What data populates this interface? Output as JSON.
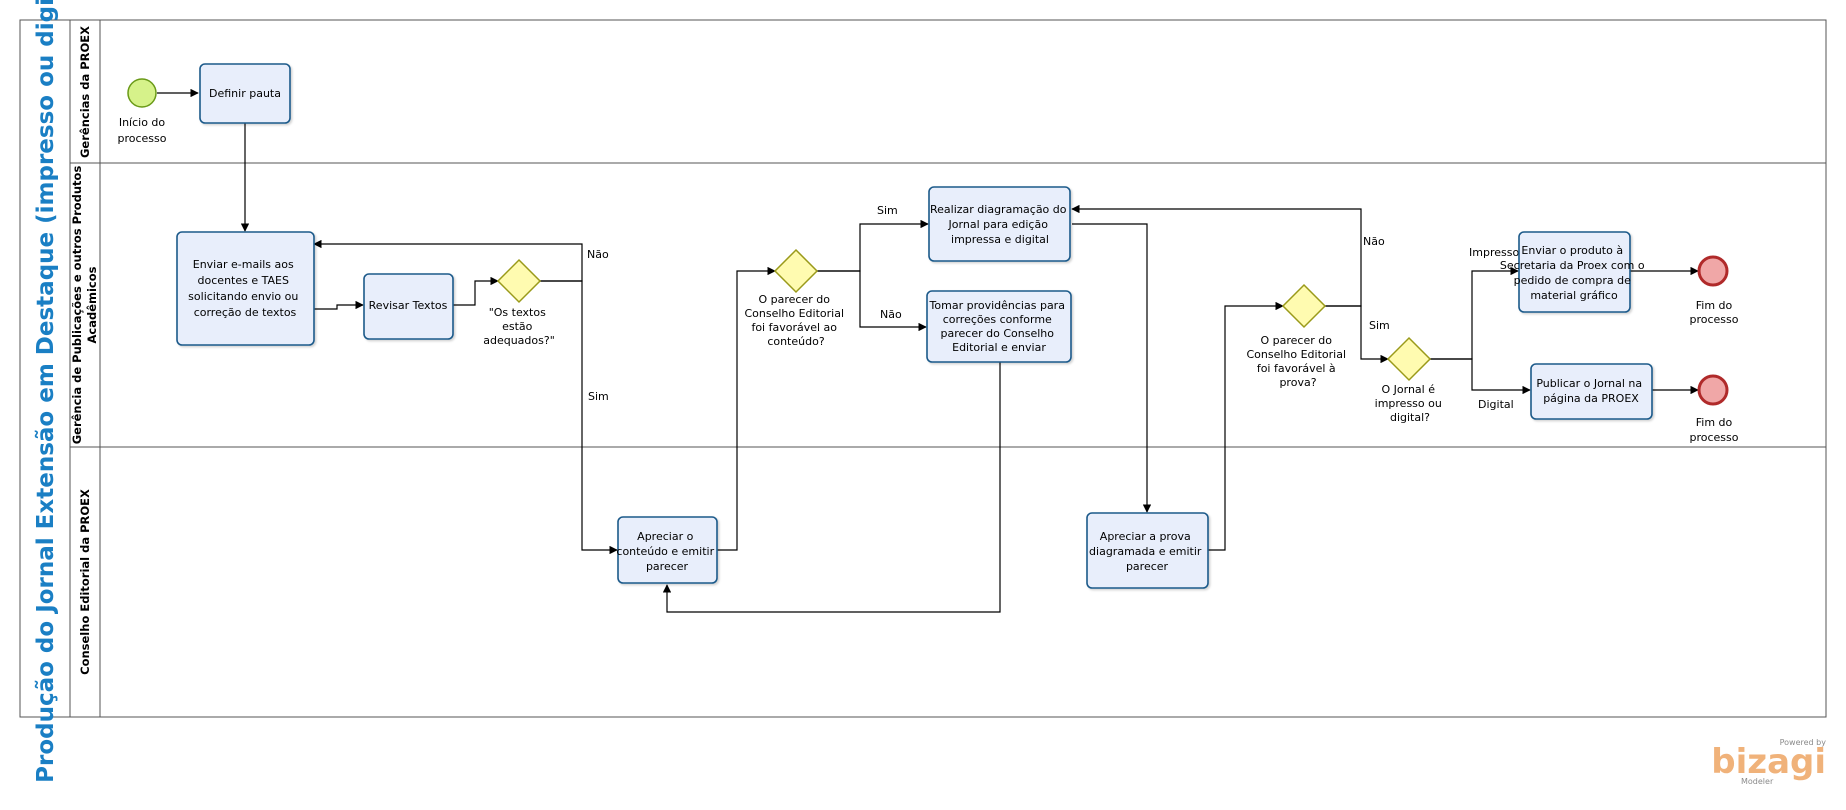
{
  "pool": {
    "title": "Produção do Jornal Extensão em Destaque (impresso ou digital)"
  },
  "lanes": [
    {
      "title": "Gerências da PROEX"
    },
    {
      "title_line1": "Gerência de Publicações e outros Produtos",
      "title_line2": "Acadêmicos"
    },
    {
      "title": "Conselho Editorial da PROEX"
    }
  ],
  "events": {
    "start": {
      "label": [
        "Início do",
        "processo"
      ]
    },
    "end1": {
      "label": [
        "Fim do",
        "processo"
      ]
    },
    "end2": {
      "label": [
        "Fim do",
        "processo"
      ]
    }
  },
  "tasks": {
    "definir_pauta": [
      "Definir pauta"
    ],
    "enviar_emails": [
      "Enviar e-mails aos",
      "docentes e TAES",
      "solicitando envio ou",
      "correção de textos"
    ],
    "revisar_textos": [
      "Revisar Textos"
    ],
    "apreciar_conteudo": [
      "Apreciar o",
      "conteúdo e emitir",
      "parecer"
    ],
    "realizar_diagramacao": [
      "Realizar diagramação do",
      "Jornal para edição",
      "impressa e digital"
    ],
    "tomar_providencias": [
      "Tomar providências para",
      "correções conforme",
      "parecer do Conselho",
      "Editorial e enviar"
    ],
    "apreciar_prova": [
      "Apreciar a prova",
      "diagramada e emitir",
      "parecer"
    ],
    "enviar_produto": [
      "Enviar o produto à",
      "Secretaria da Proex com o",
      "pedido de compra de",
      "material gráfico"
    ],
    "publicar_jornal": [
      "Publicar o Jornal na",
      "página da PROEX"
    ]
  },
  "gateways": {
    "textos_adequados": [
      "\"Os textos",
      "estão",
      "adequados?\""
    ],
    "parecer_conteudo": [
      "O parecer do",
      "Conselho Editorial",
      "foi favorável ao",
      "conteúdo?"
    ],
    "parecer_prova": [
      "O parecer do",
      "Conselho Editorial",
      "foi favorável à",
      "prova?"
    ],
    "impresso_digital": [
      "O Jornal é",
      "impresso ou",
      "digital?"
    ]
  },
  "flow_labels": {
    "nao1": "Não",
    "sim1": "Sim",
    "sim2": "Sim",
    "nao2": "Não",
    "nao3": "Não",
    "sim3": "Sim",
    "impresso": "Impresso",
    "digital": "Digital"
  },
  "logo": {
    "powered": "Powered by",
    "brand": "bizagi",
    "sub": "Modeler"
  },
  "colors": {
    "task_fill": "#e8eefb",
    "task_stroke": "#1c5a8a",
    "start_fill": "#d6f28a",
    "start_stroke": "#6a9a18",
    "end_fill": "#f0a7a7",
    "end_stroke": "#b02a2a",
    "gateway_fill": "#fffbb0",
    "gateway_stroke": "#9a9a1a",
    "pool_title": "#1a7fc4"
  }
}
